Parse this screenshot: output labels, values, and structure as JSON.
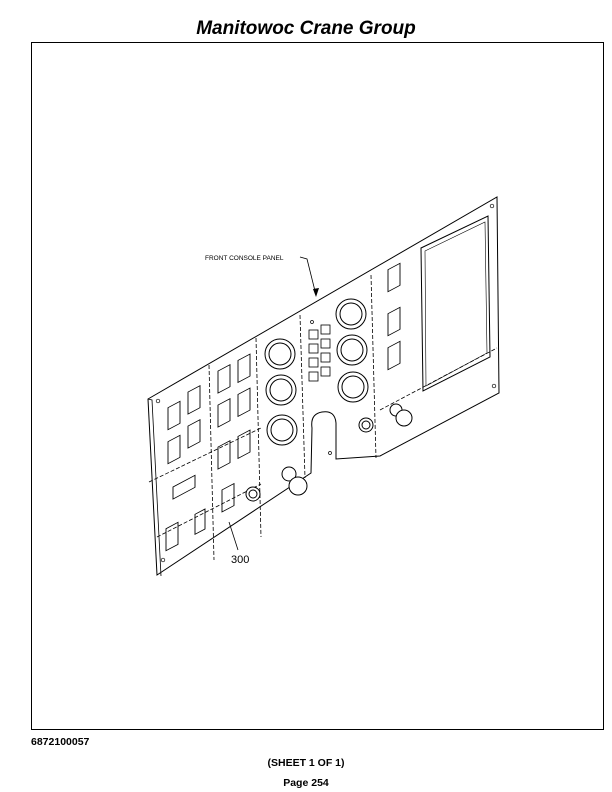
{
  "header": {
    "title": "Manitowoc Crane Group"
  },
  "diagram": {
    "callout_label": "FRONT CONSOLE PANEL",
    "item_number": "300"
  },
  "footer": {
    "document_number": "6872100057",
    "sheet": "(SHEET 1 OF 1)",
    "page": "Page 254"
  }
}
